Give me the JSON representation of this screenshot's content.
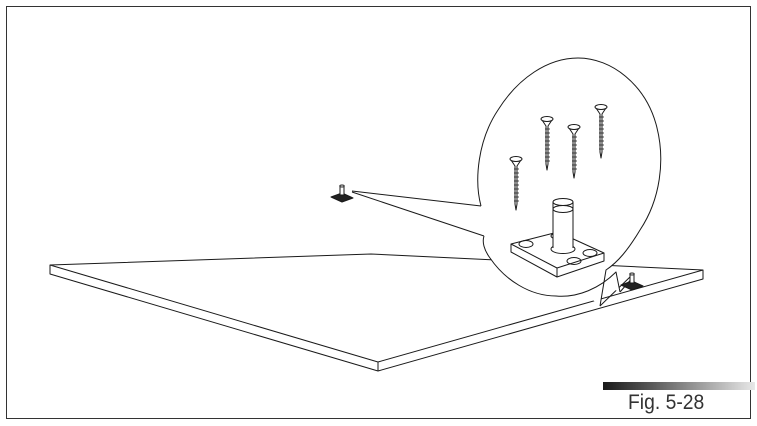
{
  "figure": {
    "label": "Fig. 5-28",
    "description": "Isometric panel with two mounting pins; magnified callout shows pin on square base plate with four countersunk screws"
  },
  "callout": {
    "screw_count": 4,
    "pin_count_on_panel": 2
  },
  "colors": {
    "line": "#1a1a1a",
    "background": "#ffffff",
    "bar_start": "#1a1a1a",
    "bar_end": "#e8e8e8"
  }
}
